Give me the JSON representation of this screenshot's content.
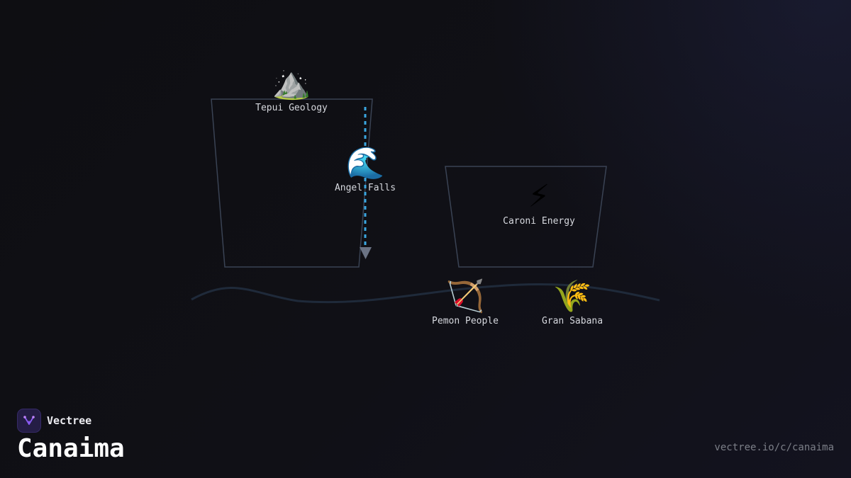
{
  "brand": {
    "name": "Vectree",
    "logo_icon": "vectree-branch-icon",
    "accent": "#8b5cf6"
  },
  "page": {
    "title": "Canaima",
    "url": "vectree.io/c/canaima"
  },
  "diagram": {
    "nodes": [
      {
        "id": "tepui-geology",
        "label": "Tepui Geology",
        "icon": "⛰️",
        "icon_name": "mountain-icon"
      },
      {
        "id": "angel-falls",
        "label": "Angel Falls",
        "icon": "🌊",
        "icon_name": "wave-icon"
      },
      {
        "id": "caroni-energy",
        "label": "Caroni Energy",
        "icon": "⚡",
        "icon_name": "lightning-icon"
      },
      {
        "id": "pemon-people",
        "label": "Pemon People",
        "icon": "🏹",
        "icon_name": "bow-and-arrow-icon"
      },
      {
        "id": "gran-sabana",
        "label": "Gran Sabana",
        "icon": "🌾",
        "icon_name": "grain-icon"
      }
    ],
    "edges": [
      {
        "from": "tepui-geology",
        "to": "angel-falls",
        "style": "dashed",
        "color": "#3aa6e0"
      }
    ],
    "colors": {
      "outline": "#3a4354",
      "river": "#1f2a3a",
      "arrow_head": "#6b7384"
    }
  }
}
